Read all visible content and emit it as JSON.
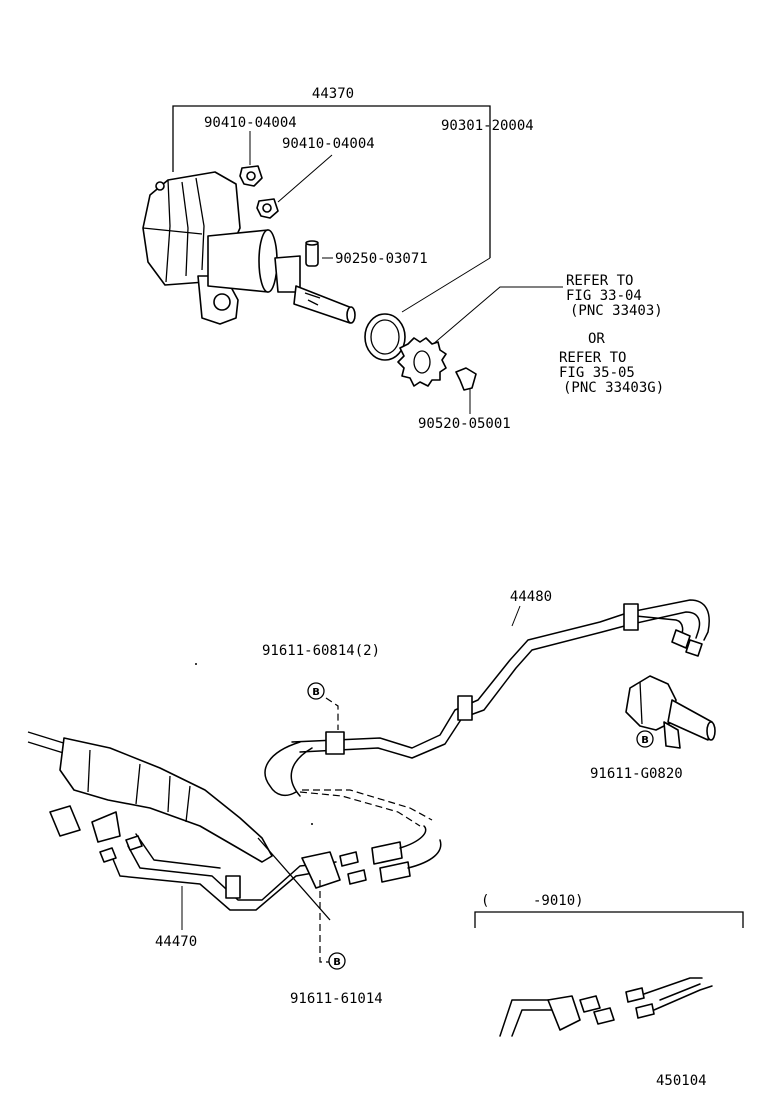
{
  "colors": {
    "ink": "#000000",
    "paper": "#ffffff"
  },
  "labels": {
    "assy_44370": "44370",
    "bolt_a": "90410-04004",
    "bolt_b": "90410-04004",
    "oring": "90301-20004",
    "pin": "90250-03071",
    "clip": "90520-05001",
    "refer1_l1": "REFER TO",
    "refer1_l2": "FIG 33-04",
    "refer1_l3": "(PNC 33403)",
    "or": "OR",
    "refer2_l1": "REFER TO",
    "refer2_l2": "FIG 35-05",
    "refer2_l3": "(PNC 33403G)",
    "tube_44480": "44480",
    "tube_44470": "44470",
    "clip_60814": "91611-60814(2)",
    "clip_g0820": "91611-G0820",
    "clip_61014": "91611-61014",
    "range_left": "(",
    "range_code": "-9010)",
    "badge_b": "B",
    "figure_no": "450104"
  }
}
